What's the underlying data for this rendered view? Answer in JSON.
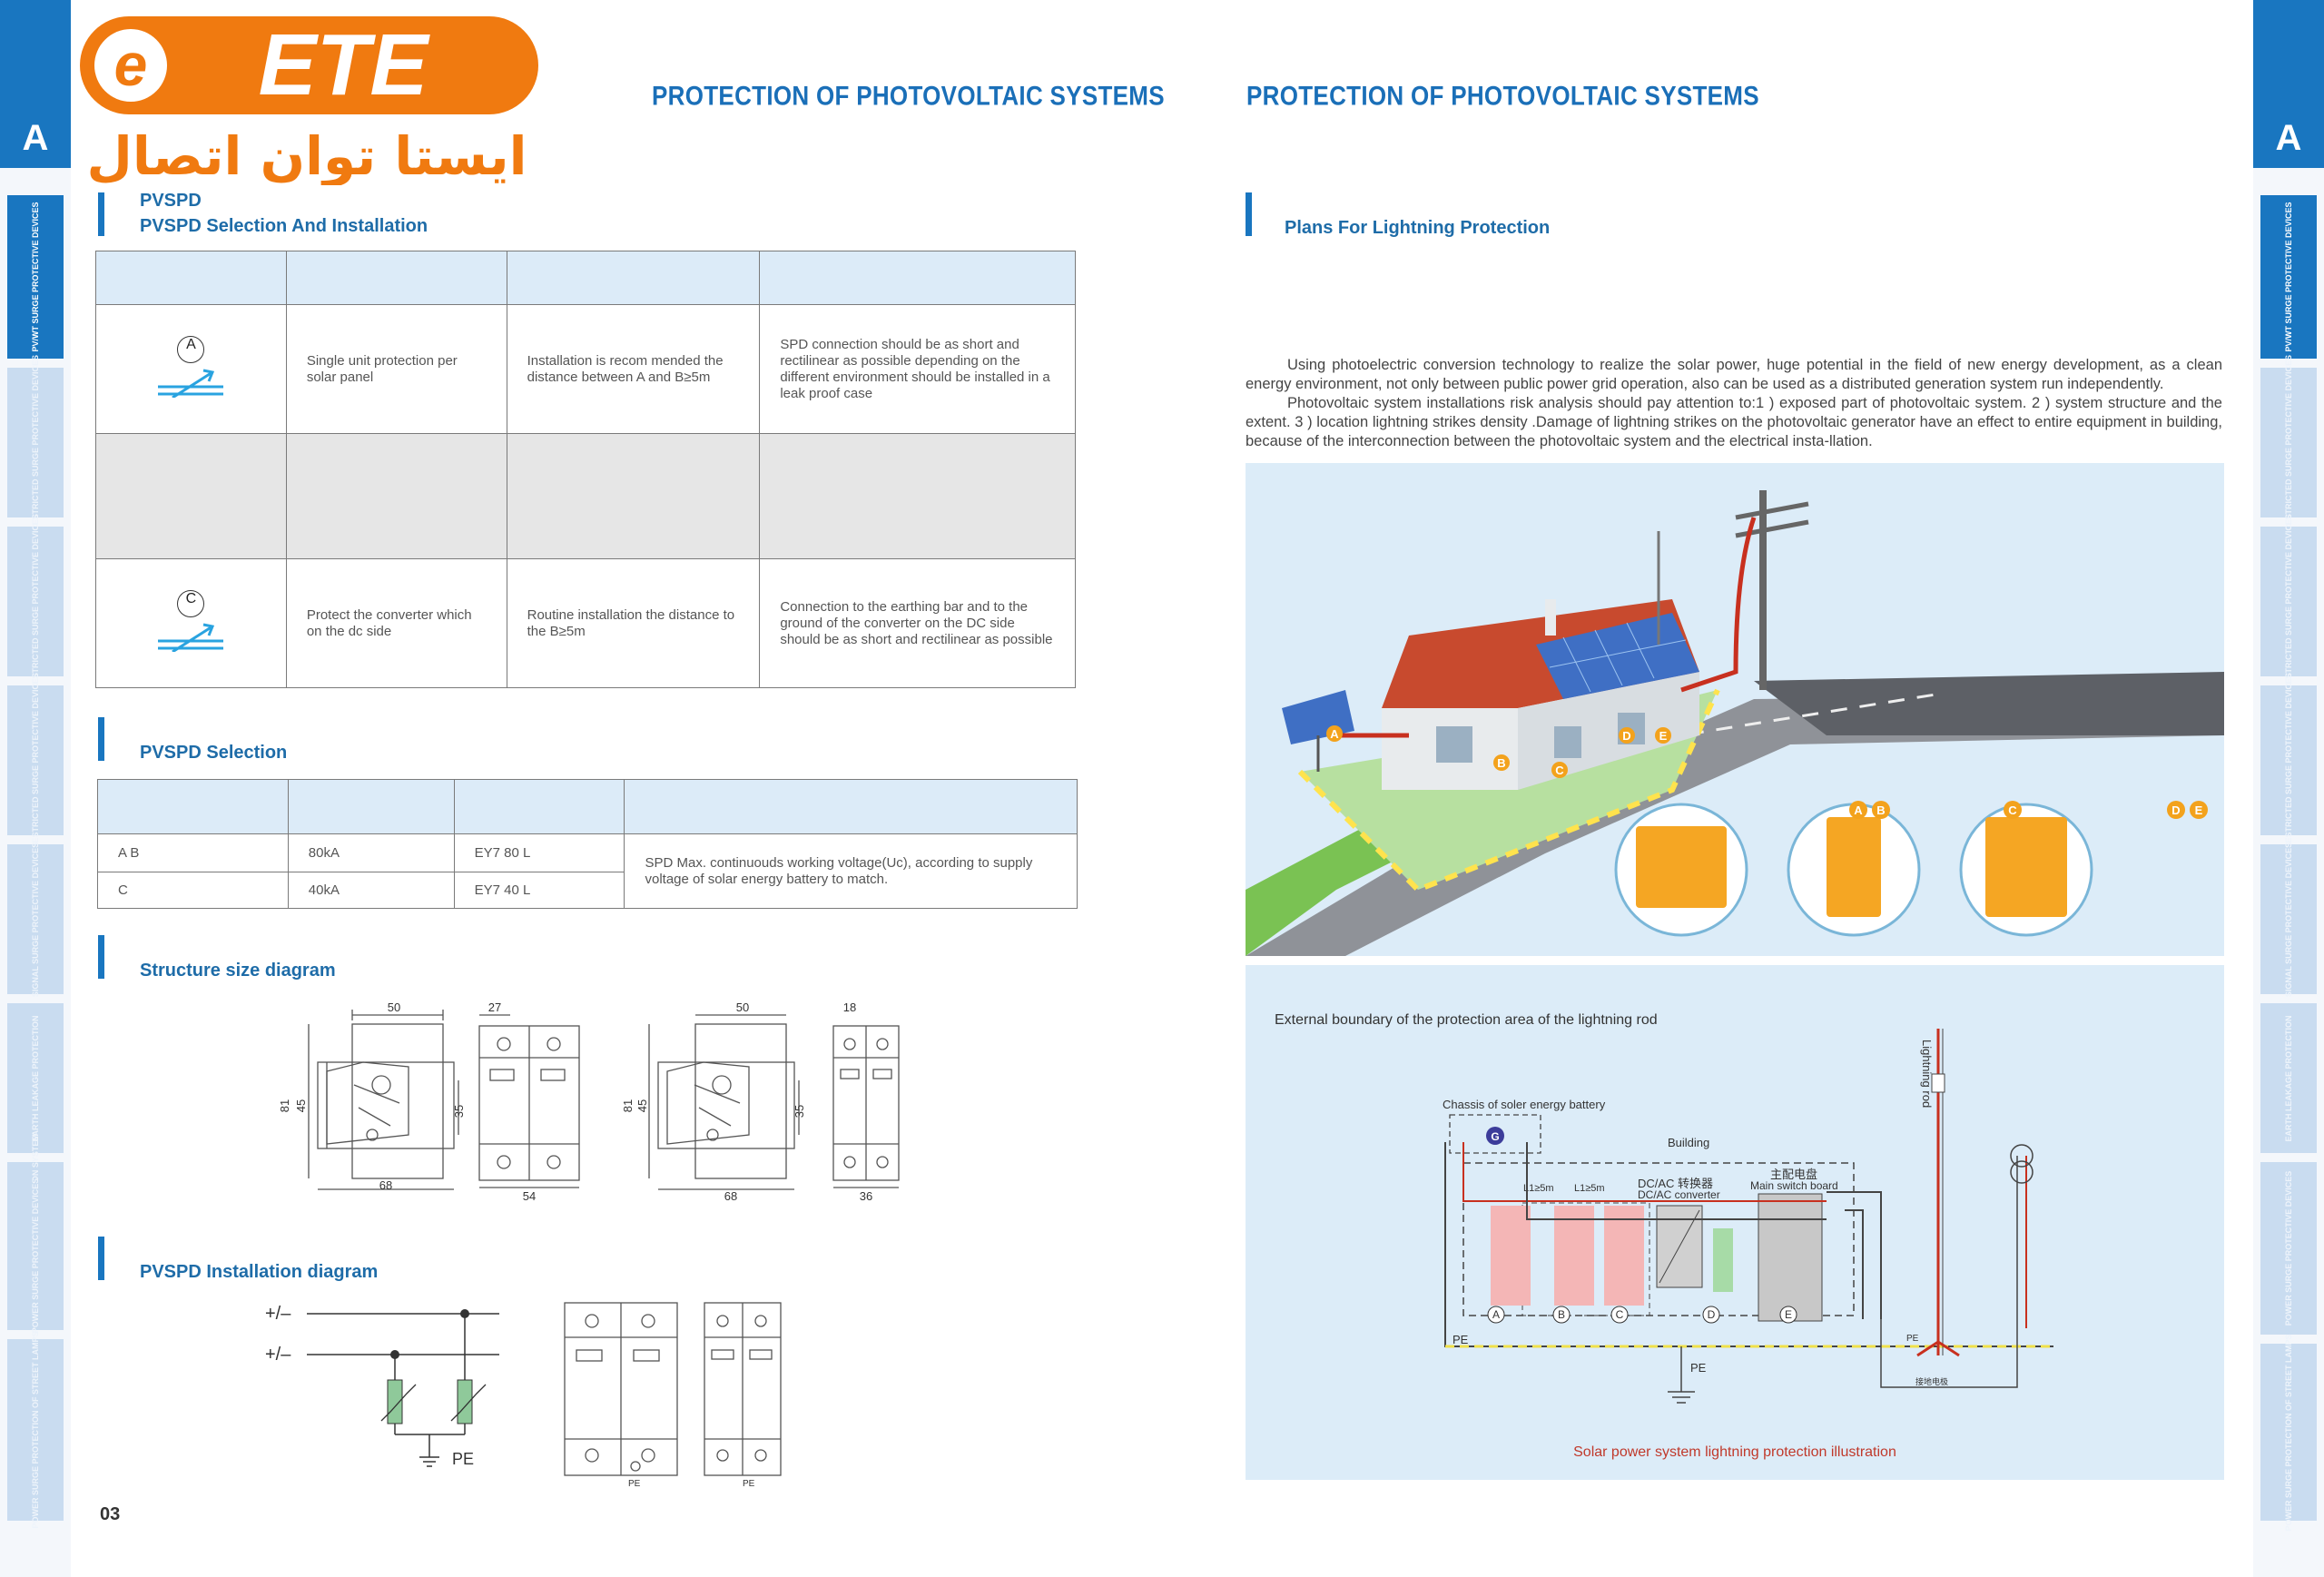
{
  "logo": {
    "latin": "ETE",
    "persian": "ایستا توان اتصال"
  },
  "side_letter": "A",
  "side_tabs": [
    "PV/WT SURGE PROTECTIVE DEVICES",
    "RESTRICTED SURGE PROTECTIVE DEVICES",
    "RESTRICTED SURGE PROTECTIVE DEVICES",
    "RESTRICTED SURGE PROTECTIVE DEVICES",
    "SIGNAL SURGE PROTECTIVE DEVICES",
    "EARTH LEAKAGE PROTECTION",
    "ESE TERMINATION SYSTEM",
    "POWER SURGE PROTECTIVE DEVICES",
    "POWER SURGE PROTECTION OF STREET LAMPS"
  ],
  "left_page": {
    "header": "PROTECTION OF PHOTOVOLTAIC SYSTEMS",
    "section1": {
      "line1": "PVSPD",
      "line2": "PVSPD Selection And Installation"
    },
    "install_table": {
      "rows": [
        {
          "marker": "A",
          "c1": "Single unit protection per solar panel",
          "c2": "Installation is recom mended the distance between A and B≥5m",
          "c3": "SPD connection should be as short and rectilinear as possible  depending on the different environment should be installed in a leak proof case"
        },
        {
          "marker": "",
          "c1": "",
          "c2": "",
          "c3": ""
        },
        {
          "marker": "C",
          "c1": "Protect the converter which on the dc side",
          "c2": "Routine installation the distance to the B≥5m",
          "c3": "Connection to the earthing bar and to the ground of the converter on the DC side should be as short and rectilinear as possible"
        }
      ]
    },
    "section2": "PVSPD Selection",
    "selection_table": {
      "rows": [
        {
          "pos": "A B",
          "current": "80kA",
          "model": "EY7 80 L"
        },
        {
          "pos": "C",
          "current": "40kA",
          "model": "EY7 40 L"
        }
      ],
      "note": "SPD Max. continuouds working voltage(Uc), according to supply voltage of solar energy battery to match."
    },
    "section3": "Structure size diagram",
    "dims": {
      "d1_width": "50",
      "d1_h81": "81",
      "d1_h45": "45",
      "d1_base": "68",
      "d1_35": "35",
      "d2_width": "27",
      "d2_base": "54",
      "d3_width": "50",
      "d3_h81": "81",
      "d3_h45": "45",
      "d3_base": "68",
      "d3_35": "35",
      "d4_width": "18",
      "d4_base": "36"
    },
    "section4": "PVSPD Installation diagram",
    "install": {
      "plus_minus_1": "+/–",
      "plus_minus_2": "+/–",
      "pe": "PE",
      "pe_small": "PE"
    },
    "page_number": "03"
  },
  "right_page": {
    "header": "PROTECTION OF PHOTOVOLTAIC SYSTEMS",
    "section": "Plans For Lightning Protection",
    "para1": "Using photoelectric conversion technology to realize the solar power, huge potential in the field of new energy development, as a clean energy environment, not only between public power grid operation, also can be used as a distributed generation system run independently.",
    "para2": "Photovoltaic system installations risk analysis should pay attention to:1 ) exposed part of photovoltaic system. 2 ) system structure and the extent. 3 ) location lightning strikes density .Damage of lightning strikes on the photovoltaic generator have an effect to entire equipment in building, because of the interconnection between the photovoltaic system and the electrical insta-llation.",
    "house_markers": [
      "A",
      "B",
      "C",
      "D",
      "E"
    ],
    "product_tags": [
      "A",
      "B",
      "C",
      "D",
      "E"
    ],
    "schematic": {
      "boundary": "External boundary of the protection area of the lightning rod",
      "chassis": "Chassis of soler energy battery",
      "building": "Building",
      "l1a": "L1≥5m",
      "l1b": "L1≥5m",
      "converter_cn": "DC/AC 转换器",
      "converter_en": "DC/AC converter",
      "switch_cn": "主配电盘",
      "switch_en": "Main switch board",
      "lightning_rod": "Lightning rod",
      "g": "G",
      "pe1": "PE",
      "pe2": "PE",
      "pe3": "PE",
      "earth_cn": "接地电极",
      "markers": [
        "A",
        "B",
        "C",
        "D",
        "E"
      ],
      "caption": "Solar power system lightning protection illustration"
    }
  },
  "colors": {
    "blue": "#1976c0",
    "orange": "#f07a10",
    "header_blue": "#1a6fb8",
    "table_head": "#dcebf8",
    "panel": "#dcecf8",
    "caption_red": "#c0392b"
  }
}
